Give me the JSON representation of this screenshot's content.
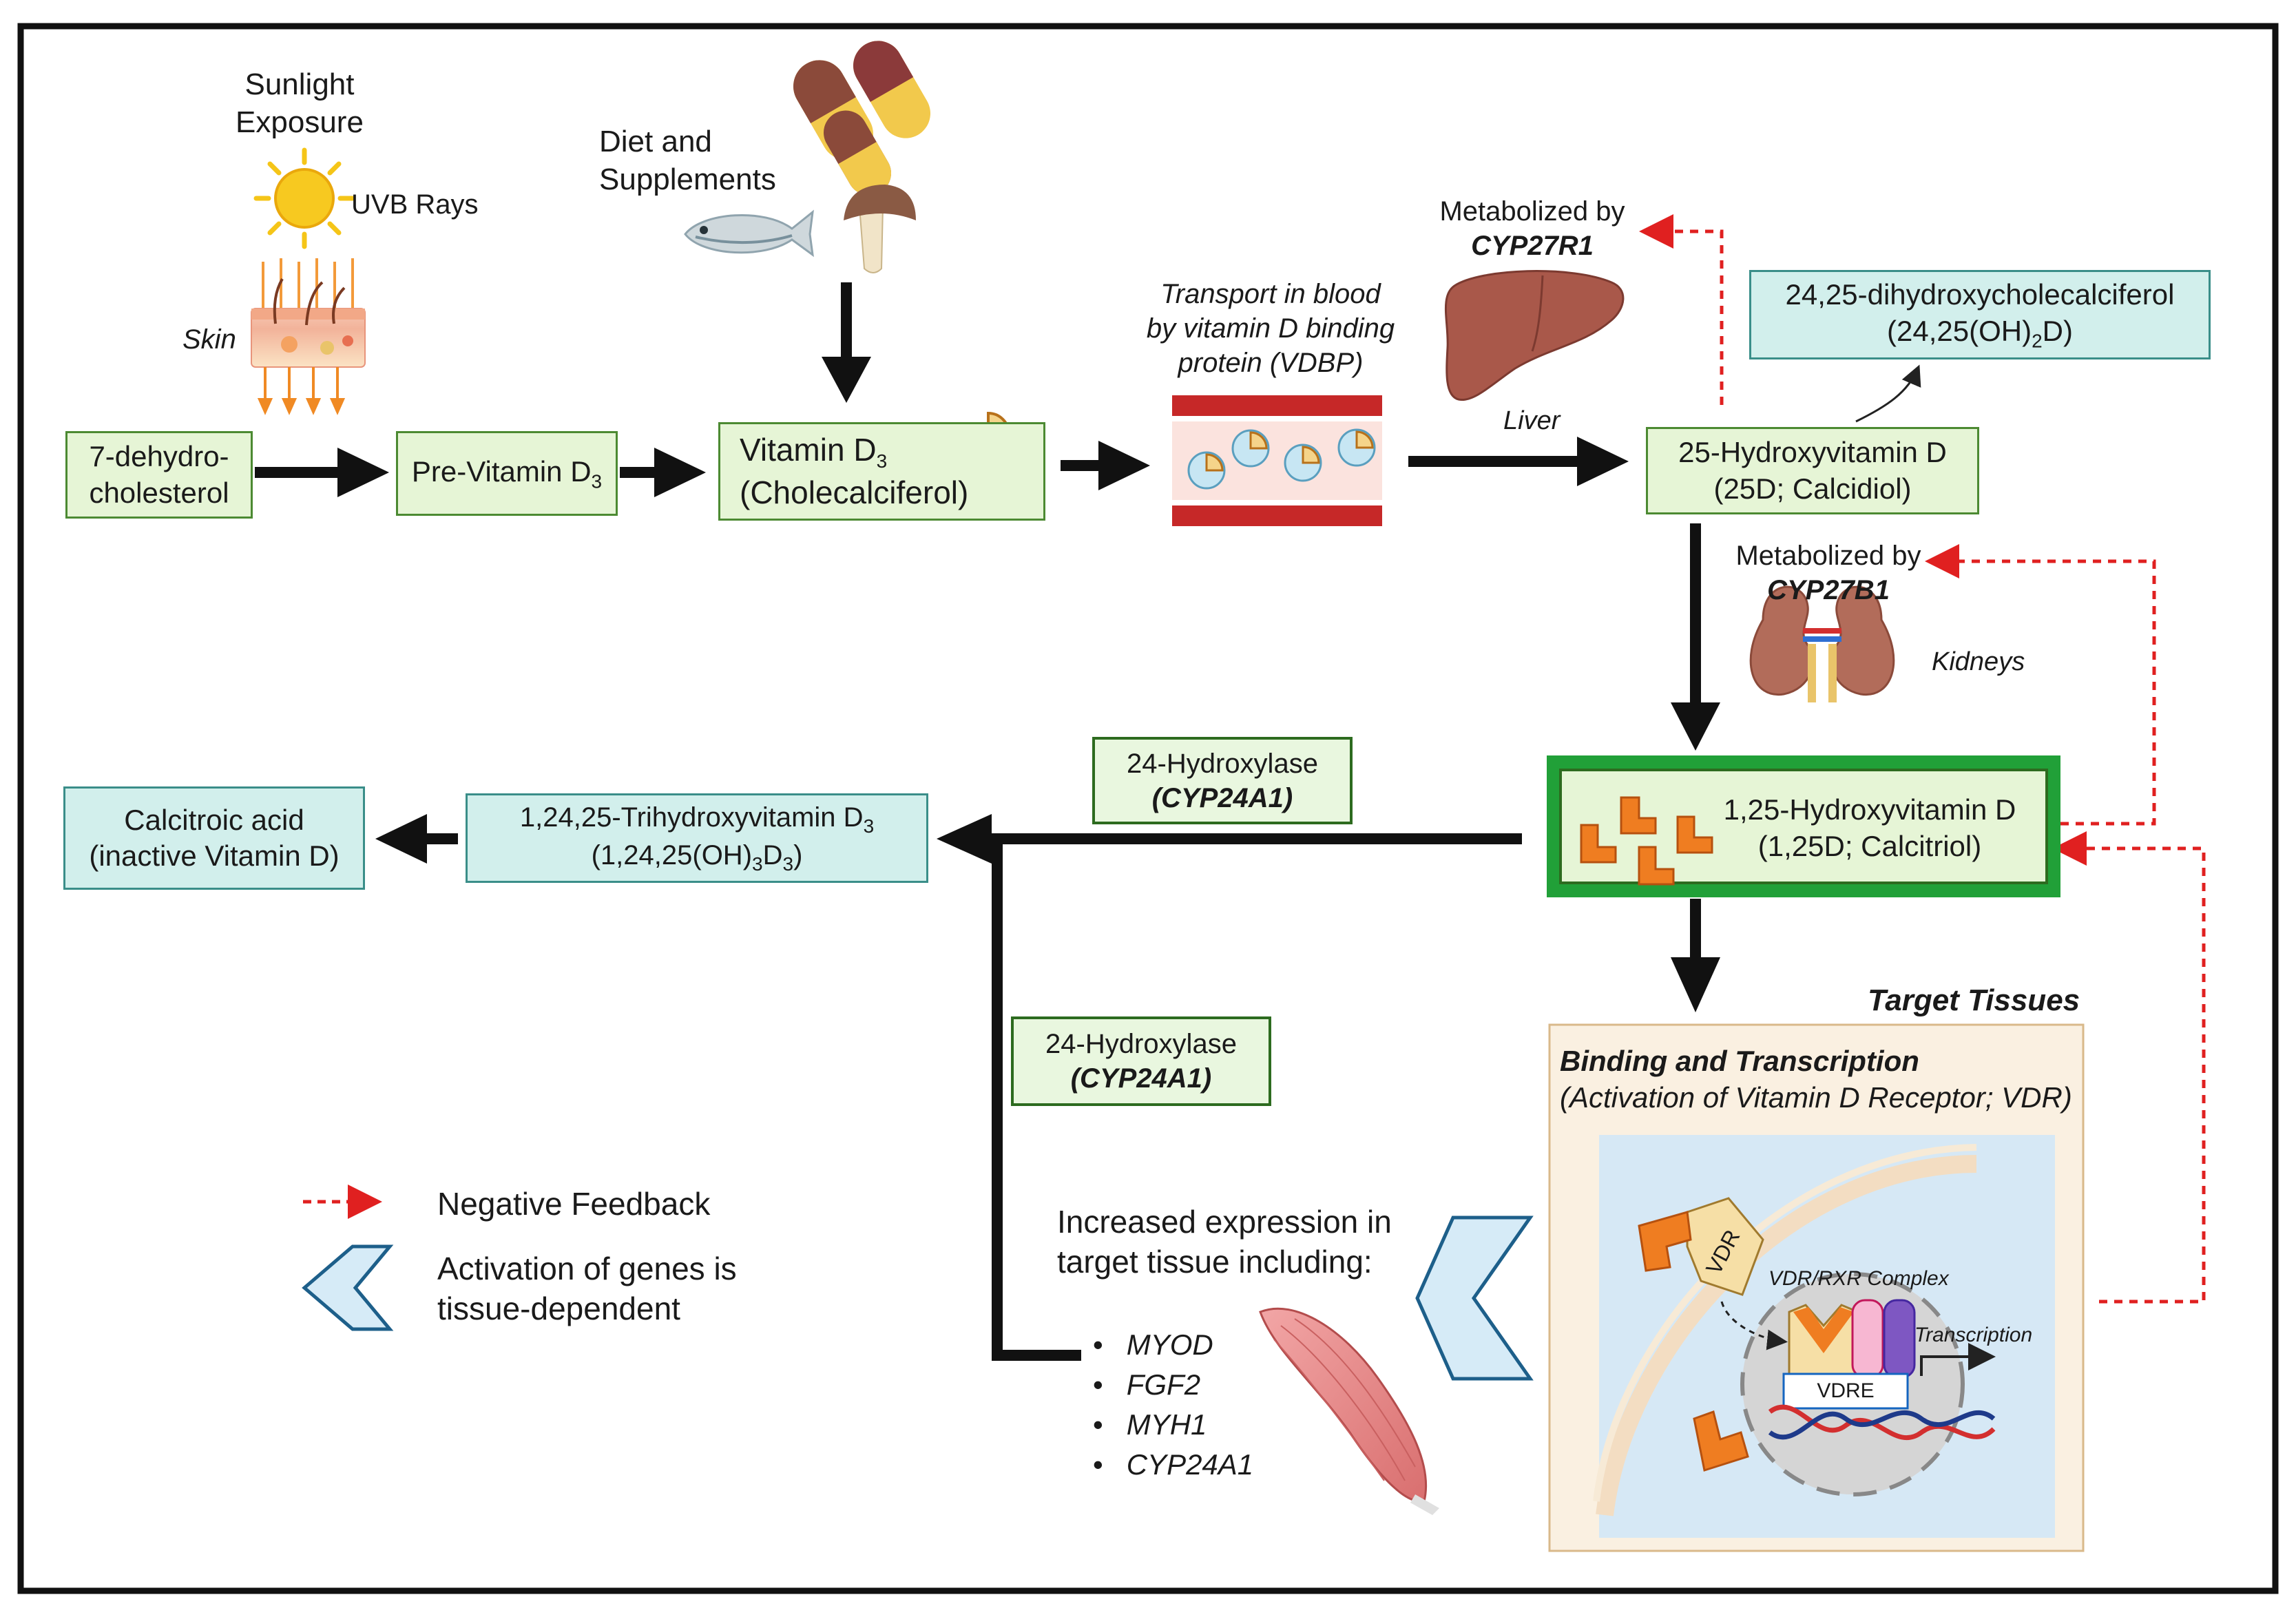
{
  "colors": {
    "arrow": "#111111",
    "feedback": "#e02020",
    "green_box": "#e6f5d6",
    "teal_box": "#d2efec",
    "calcitriol_border": "#22a33a",
    "chevron": "#1d5f8a",
    "target_bg": "#faf0e1",
    "nucleus": "#d6d6d6"
  },
  "sources": {
    "sunlight": "Sunlight Exposure",
    "uvb": "UVB Rays",
    "skin": "Skin",
    "diet": "Diet and Supplements"
  },
  "boxes": {
    "dehydro": "7-dehydro-cholesterol",
    "previtamin_text": "Pre-Vitamin D",
    "previtamin_sub": "3",
    "vitd3_line1_text": "Vitamin D",
    "vitd3_line1_sub": "3",
    "vitd3_line2": "(Cholecalciferol)",
    "hydroxy25_line1": "25-Hydroxyvitamin D",
    "hydroxy25_line2": "(25D; Calcidiol)",
    "dihydroxy_line1": "24,25-dihydroxycholecalciferol",
    "dihydroxy_line2_pre": "(24,25(OH)",
    "dihydroxy_line2_sub": "2",
    "dihydroxy_line2_post": "D)",
    "calcitriol_line1": "1,25-Hydroxyvitamin D",
    "calcitriol_line2": "(1,25D; Calcitriol)",
    "trihydroxy_line1_text": "1,24,25-Trihydroxyvitamin D",
    "trihydroxy_line1_sub": "3",
    "trihydroxy_line2_pre": "(1,24,25(OH)",
    "trihydroxy_line2_sub1": "3",
    "trihydroxy_line2_mid": "D",
    "trihydroxy_line2_sub2": "3",
    "trihydroxy_line2_post": ")",
    "calcitroic_line1": "Calcitroic acid",
    "calcitroic_line2": "(inactive Vitamin D)"
  },
  "transport": {
    "line1": "Transport in blood",
    "line2": "by vitamin D binding",
    "line3": "protein (VDBP)"
  },
  "liver": {
    "metabolized": "Metabolized by",
    "enzyme": "CYP27R1",
    "label": "Liver"
  },
  "kidneys": {
    "metabolized": "Metabolized by",
    "enzyme": "CYP27B1",
    "label": "Kidneys"
  },
  "hydroxylase_top": {
    "name": "24-Hydroxylase",
    "gene": "(CYP24A1)"
  },
  "hydroxylase_mid": {
    "name": "24-Hydroxylase",
    "gene": "(CYP24A1)"
  },
  "target": {
    "title": "Target Tissues",
    "binding": "Binding and Transcription",
    "activation": "(Activation of Vitamin D Receptor; VDR)",
    "vdr": "VDR",
    "complex": "VDR/RXR Complex",
    "transcription": "Transcription",
    "vdre": "VDRE"
  },
  "expression": {
    "line1": "Increased expression in",
    "line2": "target tissue including:",
    "genes": [
      "MYOD",
      "FGF2",
      "MYH1",
      "CYP24A1"
    ]
  },
  "legend": {
    "feedback": "Negative Feedback",
    "activation_line1": "Activation of genes is",
    "activation_line2": "tissue-dependent"
  }
}
